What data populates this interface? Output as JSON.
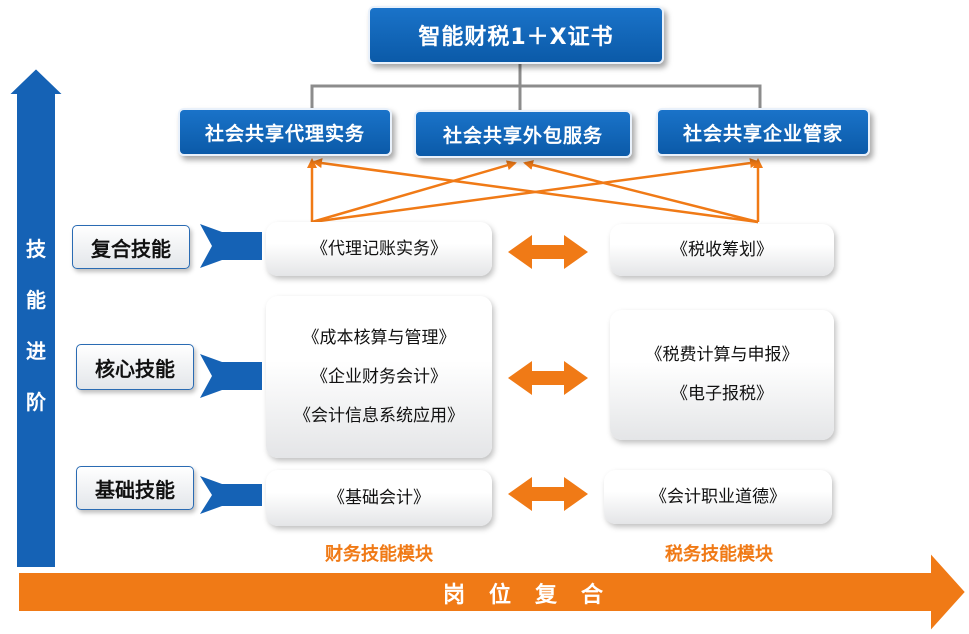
{
  "top_title": "智能财税1＋X证书",
  "roles": [
    "社会共享代理实务",
    "社会共享外包服务",
    "社会共享企业管家"
  ],
  "levels": [
    "复合技能",
    "核心技能",
    "基础技能"
  ],
  "finance_module": {
    "label": "财务技能模块",
    "compound": [
      "《代理记账实务》"
    ],
    "core": [
      "《成本核算与管理》",
      "《企业财务会计》",
      "《会计信息系统应用》"
    ],
    "basic": [
      "《基础会计》"
    ]
  },
  "tax_module": {
    "label": "税务技能模块",
    "compound": [
      "《税收筹划》"
    ],
    "core": [
      "《税费计算与申报》",
      "《电子报税》"
    ],
    "basic": [
      "《会计职业道德》"
    ]
  },
  "vertical_axis": [
    "技",
    "能",
    "进",
    "阶"
  ],
  "horizontal_axis": "岗位复合",
  "colors": {
    "blue": "#0b5aa8",
    "orange": "#f07a16",
    "connector_gray": "#8c8c8c"
  }
}
